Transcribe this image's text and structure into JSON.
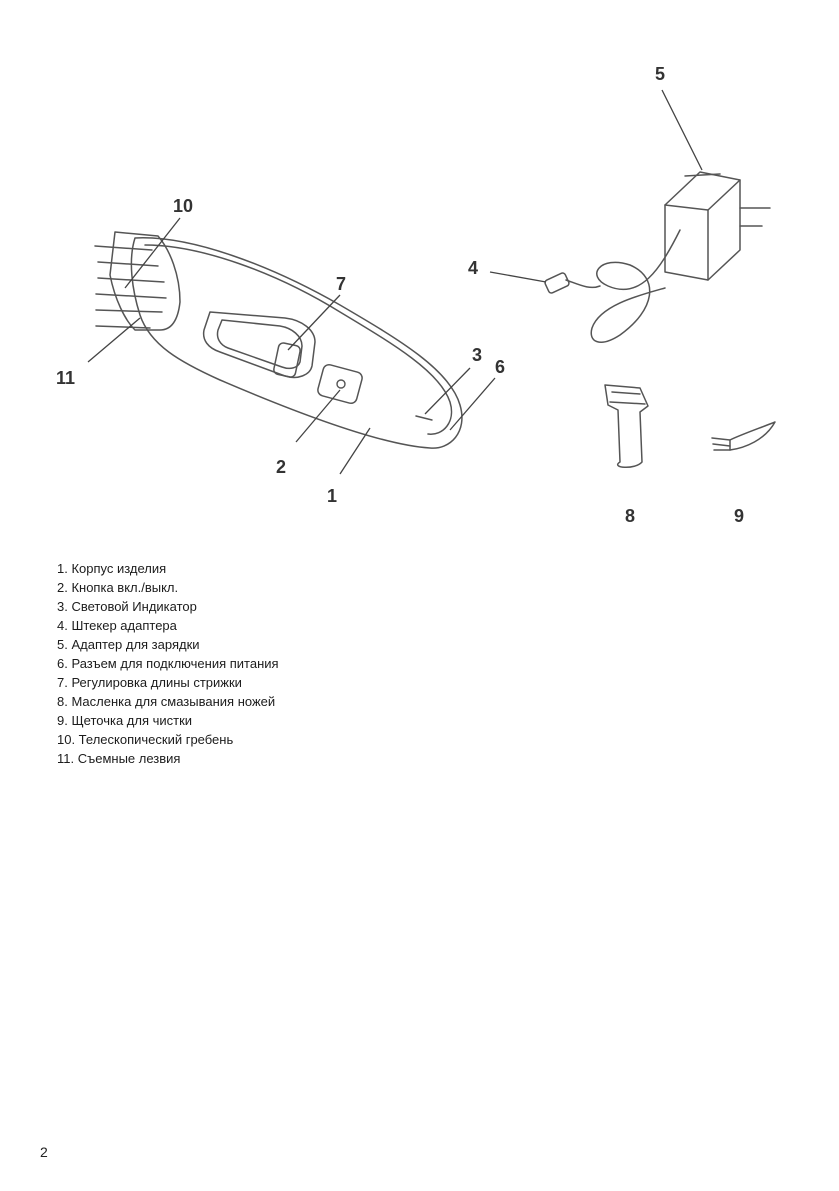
{
  "diagram": {
    "callouts": {
      "c1": "1",
      "c2": "2",
      "c3": "3",
      "c4": "4",
      "c5": "5",
      "c6": "6",
      "c7": "7",
      "c8": "8",
      "c9": "9",
      "c10": "10",
      "c11": "11"
    }
  },
  "legend": [
    "1. Корпус изделия",
    "2. Кнопка вкл./выкл.",
    "3. Световой Индикатор",
    "4. Штекер адаптера",
    "5. Адаптер для зарядки",
    "6. Разъем для подключения питания",
    "7. Регулировка длины стрижки",
    "8. Масленка для смазывания ножей",
    "9. Щеточка для чистки",
    "10. Телескопический гребень",
    "11. Съемные лезвия"
  ],
  "page_number": "2"
}
